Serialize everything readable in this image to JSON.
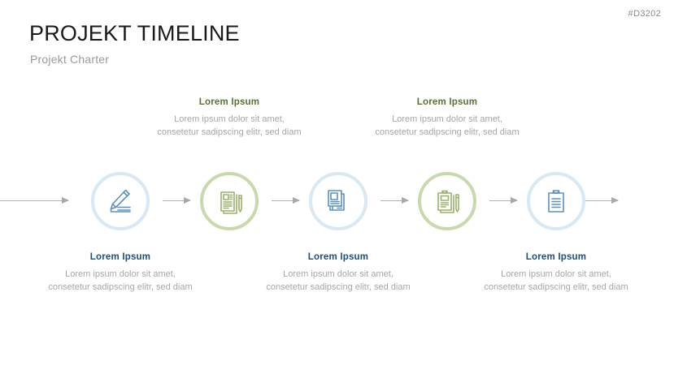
{
  "header": {
    "doc_code": "#D3202",
    "title": "PROJEKT TIMELINE",
    "subtitle": "Projekt Charter"
  },
  "colors": {
    "accent_green": "#5b7033",
    "accent_blue": "#1f4e79",
    "ring_blue": "#d8e8f4",
    "ring_green": "#c9d9ae",
    "icon_blue": "#5b90c0",
    "icon_green": "#9bb06a",
    "arrow_gray": "#b0b0b0",
    "body_text": "#a6a6a6"
  },
  "timeline": {
    "nodes": [
      {
        "icon": "pencil-writing-icon",
        "ring": "blue",
        "label_position": "bottom"
      },
      {
        "icon": "documents-with-pen-icon",
        "ring": "green",
        "label_position": "top"
      },
      {
        "icon": "stacked-documents-icon",
        "ring": "blue",
        "label_position": "bottom"
      },
      {
        "icon": "clipboard-with-pen-icon",
        "ring": "green",
        "label_position": "top"
      },
      {
        "icon": "clipboard-icon",
        "ring": "blue",
        "label_position": "bottom"
      }
    ],
    "captions": [
      {
        "title": "Lorem Ipsum",
        "body": "Lorem ipsum dolor sit amet, consetetur sadipscing elitr, sed diam",
        "color": "blue",
        "position": "bottom"
      },
      {
        "title": "Lorem Ipsum",
        "body": "Lorem ipsum dolor sit amet, consetetur sadipscing elitr, sed diam",
        "color": "green",
        "position": "top"
      },
      {
        "title": "Lorem Ipsum",
        "body": "Lorem ipsum dolor sit amet, consetetur sadipscing elitr, sed diam",
        "color": "blue",
        "position": "bottom"
      },
      {
        "title": "Lorem Ipsum",
        "body": "Lorem ipsum dolor sit amet, consetetur sadipscing elitr, sed diam",
        "color": "green",
        "position": "top"
      },
      {
        "title": "Lorem Ipsum",
        "body": "Lorem ipsum dolor sit amet, consetetur sadipscing elitr, sed diam",
        "color": "blue",
        "position": "bottom"
      }
    ]
  }
}
